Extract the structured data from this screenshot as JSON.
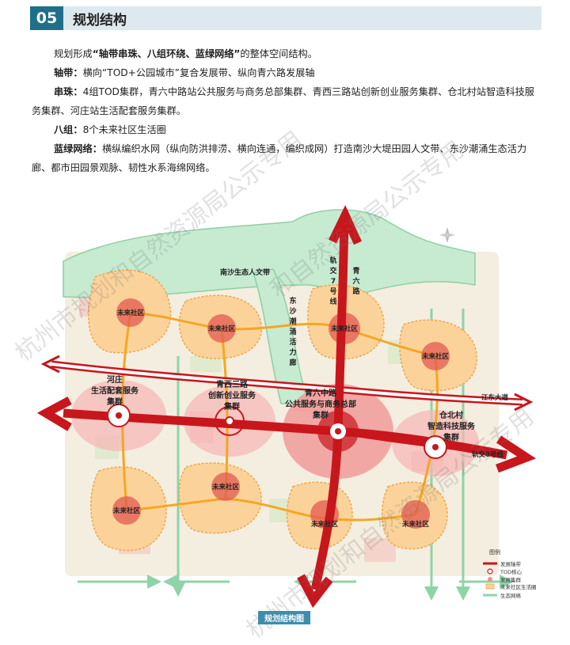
{
  "section": {
    "number": "05",
    "title": "规划结构"
  },
  "intro": {
    "prefix": "规划形成",
    "bold": "“轴带串珠、八组环绕、蓝绿网络”",
    "suffix": "的整体空间结构。"
  },
  "axis": {
    "label": "轴带：",
    "text": "横向“TOD+公园城市”复合发展带、纵向青六路发展轴"
  },
  "beads": {
    "label": "串珠：",
    "text": "4组TOD集群，青六中路站公共服务与商务总部集群、青西三路站创新创业服务集群、仓北村站智造科技服务集群、河庄站生活配套服务集群。"
  },
  "eight": {
    "label": "八组：",
    "text": "8个未来社区生活圈"
  },
  "network": {
    "label": "蓝绿网络：",
    "text": "横纵编织水网（纵向防洪排涝、横向连通，编织成网）打造南沙大堤田园人文带、东沙潮涌生态活力廊、都市田园景观脉、韧性水系海绵网络。"
  },
  "map_labels": {
    "nansha": "南沙生态人文带",
    "dongsha": [
      "东",
      "沙",
      "潮",
      "涌",
      "活",
      "力",
      "廊"
    ],
    "metro7": [
      "轨",
      "交",
      "7",
      "号",
      "线"
    ],
    "qingliu_road": [
      "青",
      "六",
      "路"
    ],
    "jiangdong": "江东大道",
    "metro8": "轨交8号线",
    "community": "未来社区",
    "hezhuang": [
      "河庄",
      "生活配套服务",
      "集群"
    ],
    "qingxi": [
      "青西三路",
      "创新创业服务",
      "集群"
    ],
    "qingliu": [
      "青六中路",
      "公共服务与商务总部",
      "集群"
    ],
    "cangbei": [
      "仓北村",
      "智造科技服务",
      "集群"
    ]
  },
  "legend": {
    "title": "图例",
    "items": [
      "发展轴带",
      "TOD核心",
      "发展集群",
      "未来社区生活圈",
      "生态网络"
    ]
  },
  "caption": "规划结构图",
  "watermarks": [
    "杭州市规划和自然资源局公示专用",
    "和自然资源局公示专用",
    "杭州市规划和自然资源局公示专用"
  ],
  "colors": {
    "header_num": "#1f6f8b",
    "header_band": "#dde9ef",
    "axis_red": "#c8161d",
    "orange": "#f5a623",
    "green": "#9fd8b5",
    "community_fill": "#fbd39a"
  }
}
